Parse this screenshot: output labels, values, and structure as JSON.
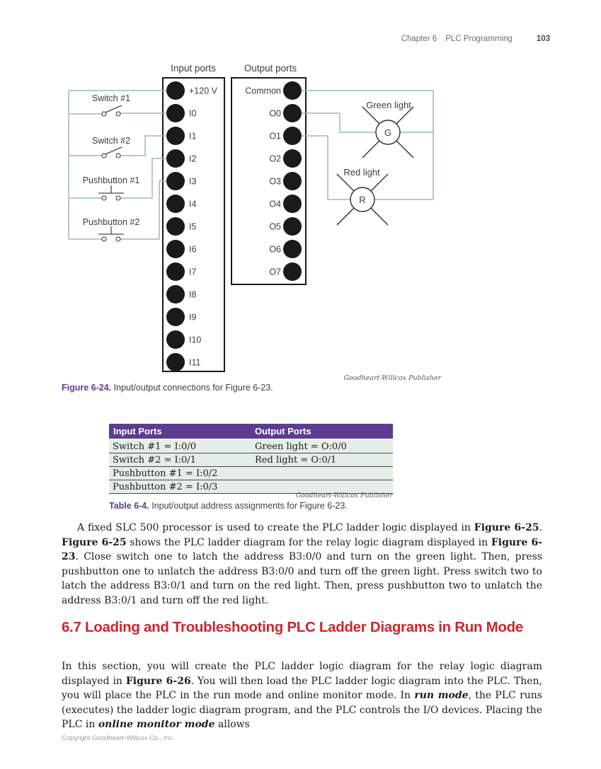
{
  "header": {
    "chapter": "Chapter 6",
    "section": "PLC Programming",
    "page_number": "103"
  },
  "diagram": {
    "input_title": "Input ports",
    "output_title": "Output ports",
    "input_ports": [
      "+120 V",
      "I0",
      "I1",
      "I2",
      "I3",
      "I4",
      "I5",
      "I6",
      "I7",
      "I8",
      "I9",
      "I10",
      "I11"
    ],
    "output_ports": [
      "Common",
      "O0",
      "O1",
      "O2",
      "O3",
      "O4",
      "O5",
      "O6",
      "O7"
    ],
    "devices": [
      "Switch #1",
      "Switch #2",
      "Pushbutton #1",
      "Pushbutton #2"
    ],
    "green_light": {
      "label": "Green light",
      "letter": "G"
    },
    "red_light": {
      "label": "Red light",
      "letter": "R"
    },
    "credit": "Goodheart-Willcox Publisher"
  },
  "figure_caption": {
    "label": "Figure 6-24.",
    "text": " Input/output connections for Figure 6-23."
  },
  "table": {
    "headers": [
      "Input Ports",
      "Output Ports"
    ],
    "rows": [
      [
        "Switch #1 = I:0/0",
        "Green light = O:0/0"
      ],
      [
        "Switch #2 = I:0/1",
        "Red light = O:0/1"
      ],
      [
        "Pushbutton #1 = I:0/2",
        ""
      ],
      [
        "Pushbutton #2 = I:0/3",
        ""
      ]
    ],
    "credit": "Goodheart-Willcox Publisher",
    "caption_label": "Table 6-4.",
    "caption_text": " Input/output address assignments for Figure 6-23."
  },
  "body": {
    "para1": {
      "segments": [
        {
          "t": "A fixed SLC 500 processor is used to create the PLC ladder logic displayed in "
        },
        {
          "t": "Figure 6-25"
        },
        {
          "t": ". "
        },
        {
          "t": "Figure 6-25"
        },
        {
          "t": " shows the PLC ladder diagram for the relay logic diagram displayed in "
        },
        {
          "t": "Figure 6-23"
        },
        {
          "t": ". Close switch one to latch the address B3:0/0 and turn on the green light. Then, press pushbutton one to unlatch the address B3:0/0 and turn off the green light. Press switch two to latch the address B3:0/1 and turn on the red light. Then, press pushbutton two to unlatch the address B3:0/1 and turn off the red light."
        }
      ]
    },
    "heading": "6.7 Loading and Troubleshooting PLC Ladder Diagrams in Run Mode",
    "para2": {
      "segments": [
        {
          "t": "In this section, you will create the PLC ladder logic diagram for the relay logic diagram displayed in "
        },
        {
          "t": "Figure 6-26"
        },
        {
          "t": ". You will then load the PLC ladder logic diagram into the PLC. Then, you will place the PLC in the run mode and online monitor mode. In "
        },
        {
          "t": "run mode"
        },
        {
          "t": ", the PLC runs (executes) the ladder logic diagram program, and the PLC controls the I/O devices. Placing the PLC in "
        },
        {
          "t": "online monitor mode"
        },
        {
          "t": " allows"
        }
      ]
    }
  },
  "footer": {
    "copyright": "Copyright Goodheart-Willcox Co., Inc."
  },
  "colors": {
    "accent_purple": "#5c3d8f",
    "heading_red": "#d2232e",
    "wire_blue": "#9fb6c2",
    "table_row_mint": "#e5ede7"
  }
}
